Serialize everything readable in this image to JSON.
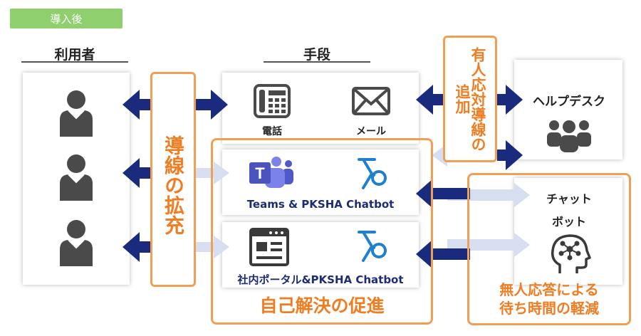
{
  "tag": "導入後",
  "columns": {
    "users": "利用者",
    "means": "手段"
  },
  "channels": {
    "phone": "電話",
    "mail": "メール",
    "teams": "Teams & PKSHA Chatbot",
    "portal": "社内ポータル&PKSHA Chatbot"
  },
  "helpdesk": "ヘルプデスク",
  "chatbot": "チャット\nボット",
  "callouts": {
    "expand": "導線の拡充",
    "staffed": "有人応対導線の追加",
    "self_solve": "自己解決の促進",
    "reduce_wait": "無人応答による\n待ち時間の軽減"
  },
  "colors": {
    "tag": "#8fcf6e",
    "accent": "#ef7d22",
    "arrow_navy": "#1a2a7c",
    "arrow_light": "#d6def0",
    "icon_gray": "#4a4a4a"
  }
}
